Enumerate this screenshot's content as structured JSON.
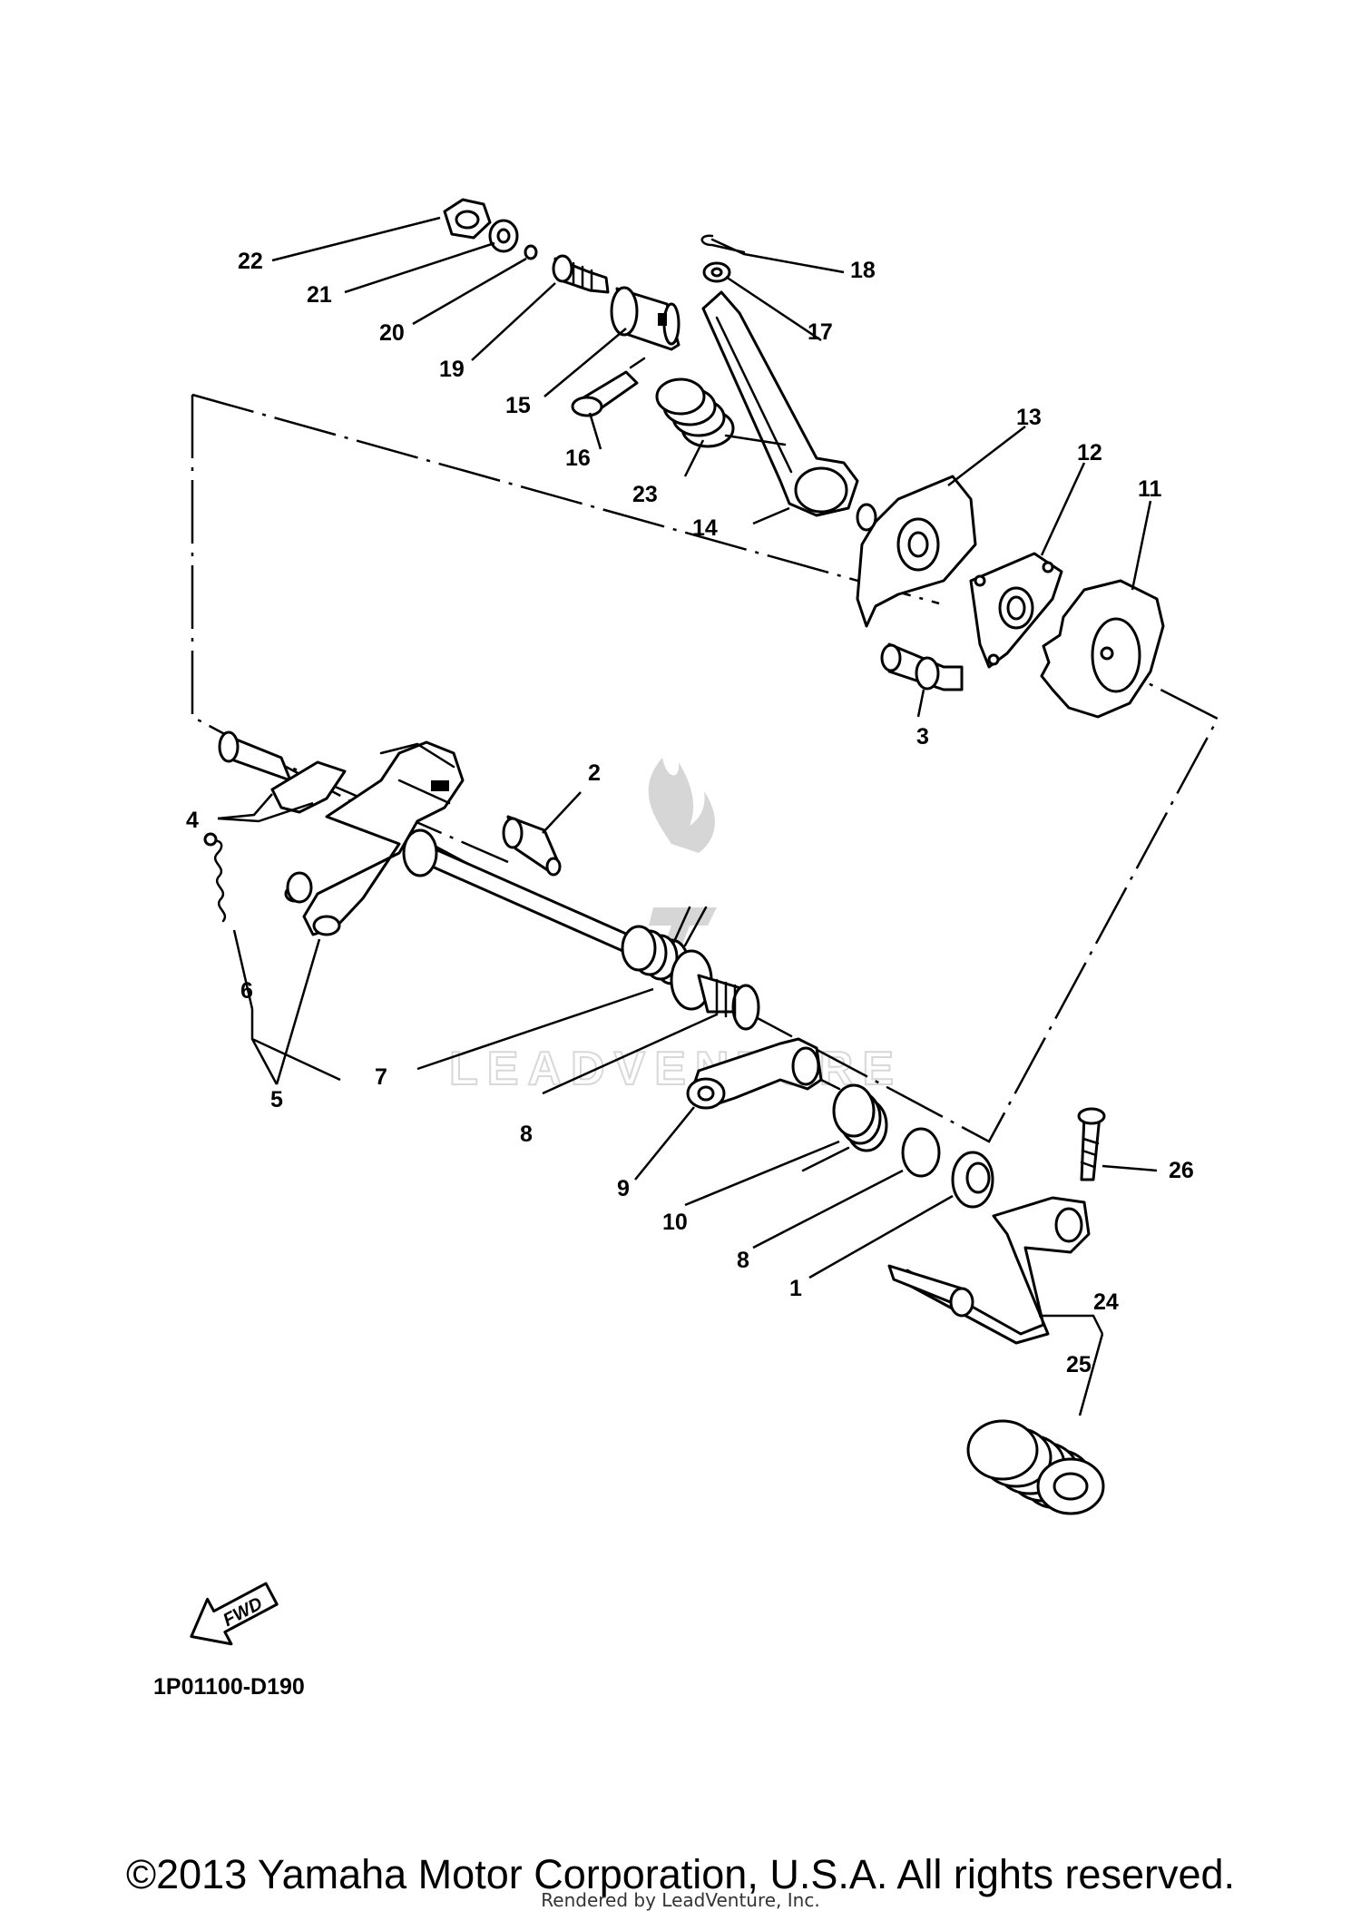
{
  "diagram": {
    "code": "1P01100-D190",
    "fwd_label": "FWD",
    "watermark": "LEADVENTURE",
    "callouts": [
      {
        "id": "c22",
        "text": "22"
      },
      {
        "id": "c21",
        "text": "21"
      },
      {
        "id": "c20",
        "text": "20"
      },
      {
        "id": "c19",
        "text": "19"
      },
      {
        "id": "c15",
        "text": "15"
      },
      {
        "id": "c16",
        "text": "16"
      },
      {
        "id": "c18",
        "text": "18"
      },
      {
        "id": "c17",
        "text": "17"
      },
      {
        "id": "c23",
        "text": "23"
      },
      {
        "id": "c14",
        "text": "14"
      },
      {
        "id": "c13",
        "text": "13"
      },
      {
        "id": "c12",
        "text": "12"
      },
      {
        "id": "c11",
        "text": "11"
      },
      {
        "id": "c3",
        "text": "3"
      },
      {
        "id": "c2",
        "text": "2"
      },
      {
        "id": "c4",
        "text": "4"
      },
      {
        "id": "c6",
        "text": "6"
      },
      {
        "id": "c5",
        "text": "5"
      },
      {
        "id": "c7",
        "text": "7"
      },
      {
        "id": "c8a",
        "text": "8"
      },
      {
        "id": "c9",
        "text": "9"
      },
      {
        "id": "c10",
        "text": "10"
      },
      {
        "id": "c8b",
        "text": "8"
      },
      {
        "id": "c1",
        "text": "1"
      },
      {
        "id": "c26",
        "text": "26"
      },
      {
        "id": "c24",
        "text": "24"
      },
      {
        "id": "c25",
        "text": "25"
      }
    ]
  },
  "footer": {
    "copyright": "©2013 Yamaha Motor Corporation, U.S.A. All rights reserved.",
    "rendered_by": "Rendered by LeadVenture, Inc."
  }
}
